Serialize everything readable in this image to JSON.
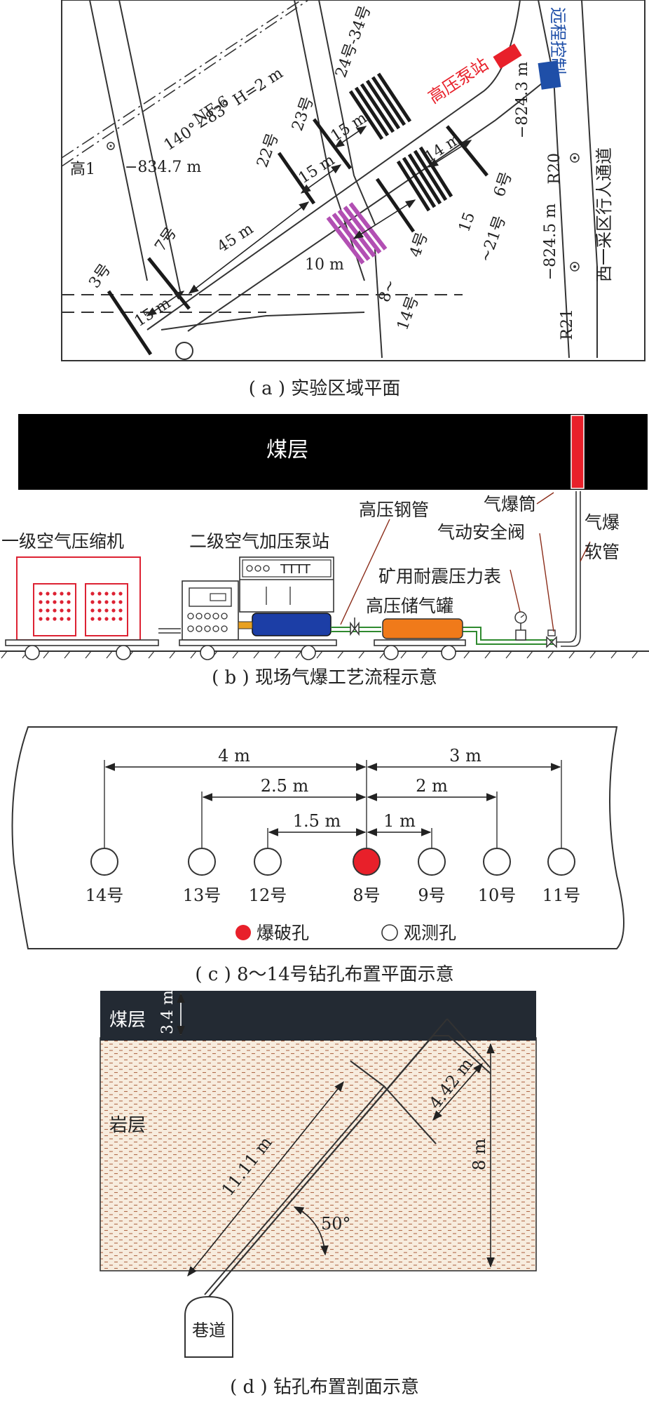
{
  "panel_a": {
    "caption": "( a ) 实验区域平面",
    "fault_name": "NF-6",
    "fault_attitude": "140°∠83° H=2 m",
    "label_gao1": "高1",
    "elev_gao1": "−834.7 m",
    "label_3": "3号",
    "label_7": "7号",
    "label_22": "22号",
    "label_23": "23号",
    "label_24_34": "24号-34号",
    "label_4": "4号",
    "label_15_21a": "15",
    "label_15_21b": "~21号",
    "label_6": "6号",
    "label_8_14a": "8~",
    "label_8_14b": "14号",
    "dim_15m_a": "15 m",
    "dim_45m": "45 m",
    "dim_15m_b": "15 m",
    "dim_15m_c": "15 m",
    "dim_14m": "14 m",
    "dim_10m": "10 m",
    "pump_station": "高压泵站",
    "remote_control": "远程控制",
    "elev_a": "−824.3 m",
    "elev_b": "−824.5 m",
    "r20": "R20",
    "r21": "R21",
    "walkway": "西一采区行人通道",
    "colors": {
      "pump": "#e8202a",
      "remote": "#1f4fa8",
      "holes": "#1a1a1a",
      "zone": "#b24fb3"
    }
  },
  "panel_b": {
    "caption": "( b ) 现场气爆工艺流程示意",
    "coal_seam": "煤层",
    "compressor1": "一级空气压缩机",
    "pump2": "二级空气加压泵站",
    "hp_pipe": "高压钢管",
    "blast_tube": "气爆筒",
    "safety_valve": "气动安全阀",
    "blast_hose_a": "气爆",
    "blast_hose_b": "软管",
    "gauge": "矿用耐震压力表",
    "tank": "高压储气罐",
    "panel_glyphs": "TTTT",
    "colors": {
      "seam": "#000000",
      "pump_body": "#1c3ea6",
      "tank": "#f07a1a",
      "tube": "#e8202a",
      "pipe": "#2f8a2f"
    }
  },
  "panel_c": {
    "caption": "( c ) 8～14号钻孔布置平面示意",
    "dims": [
      "4 m",
      "2.5 m",
      "1.5 m",
      "3 m",
      "2 m",
      "1 m"
    ],
    "holes": [
      {
        "label": "14号",
        "type": "observe"
      },
      {
        "label": "13号",
        "type": "observe"
      },
      {
        "label": "12号",
        "type": "observe"
      },
      {
        "label": "8号",
        "type": "blast"
      },
      {
        "label": "9号",
        "type": "observe"
      },
      {
        "label": "10号",
        "type": "observe"
      },
      {
        "label": "11号",
        "type": "observe"
      }
    ],
    "legend_blast": "爆破孔",
    "legend_observe": "观测孔",
    "colors": {
      "blast": "#e8202a"
    }
  },
  "panel_d": {
    "caption": "( d ) 钻孔布置剖面示意",
    "coal_seam": "煤层",
    "rock": "岩层",
    "roadway": "巷道",
    "coal_thick": "3.4 m",
    "rock_thick": "8 m",
    "len_long": "11.11 m",
    "len_short": "4.42 m",
    "angle": "50°",
    "colors": {
      "coal": "#232a33",
      "rock_bg": "#f7ecde",
      "rock_dash": "#b06a4a"
    }
  }
}
